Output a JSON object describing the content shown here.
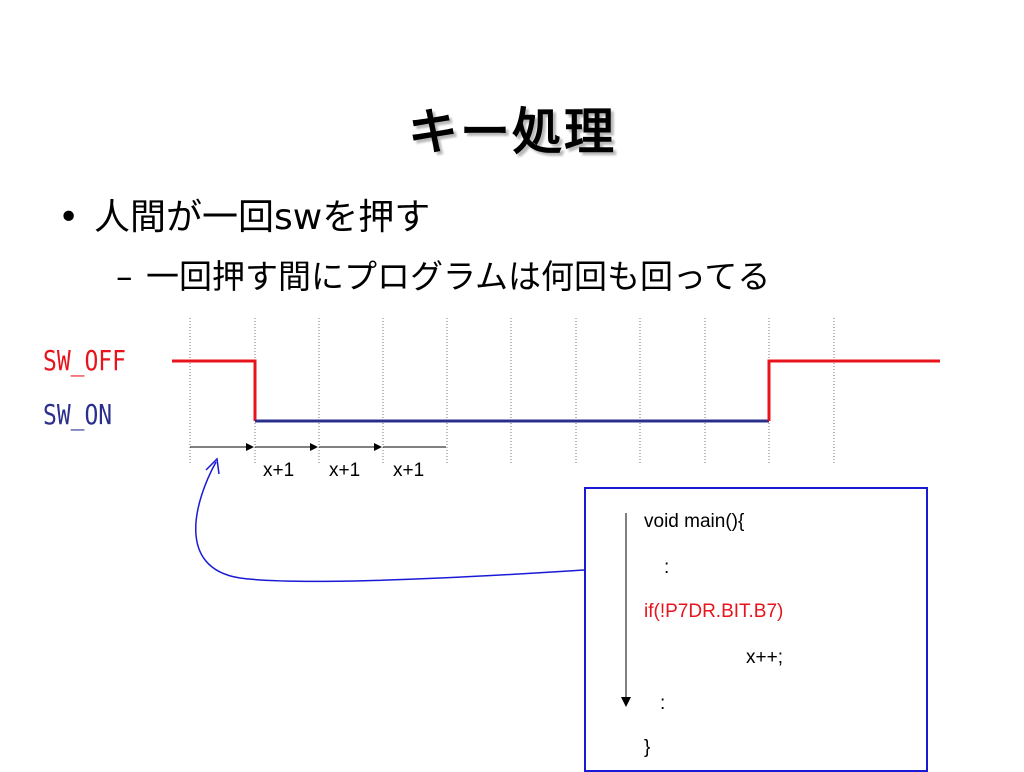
{
  "slide": {
    "title": "キー処理",
    "bullet": "人間が一回swを押す",
    "bullet_marker": "•",
    "sub_bullet": "一回押す間にプログラムは何回も回ってる",
    "sub_marker": "–"
  },
  "signal": {
    "off_label": "SW_OFF",
    "on_label": "SW_ON",
    "off_color": "#e8141c",
    "on_color": "#2b2f8c",
    "increment_labels": [
      "x+1",
      "x+1",
      "x+1"
    ]
  },
  "code": {
    "lines": [
      "void main(){",
      ":",
      "if(!P7DR.BIT.B7)",
      "x++;",
      ":",
      "}"
    ],
    "highlight_color": "#e8141c",
    "box_border_color": "#1a1ad6",
    "arrow_color": "#1a1ad6"
  }
}
